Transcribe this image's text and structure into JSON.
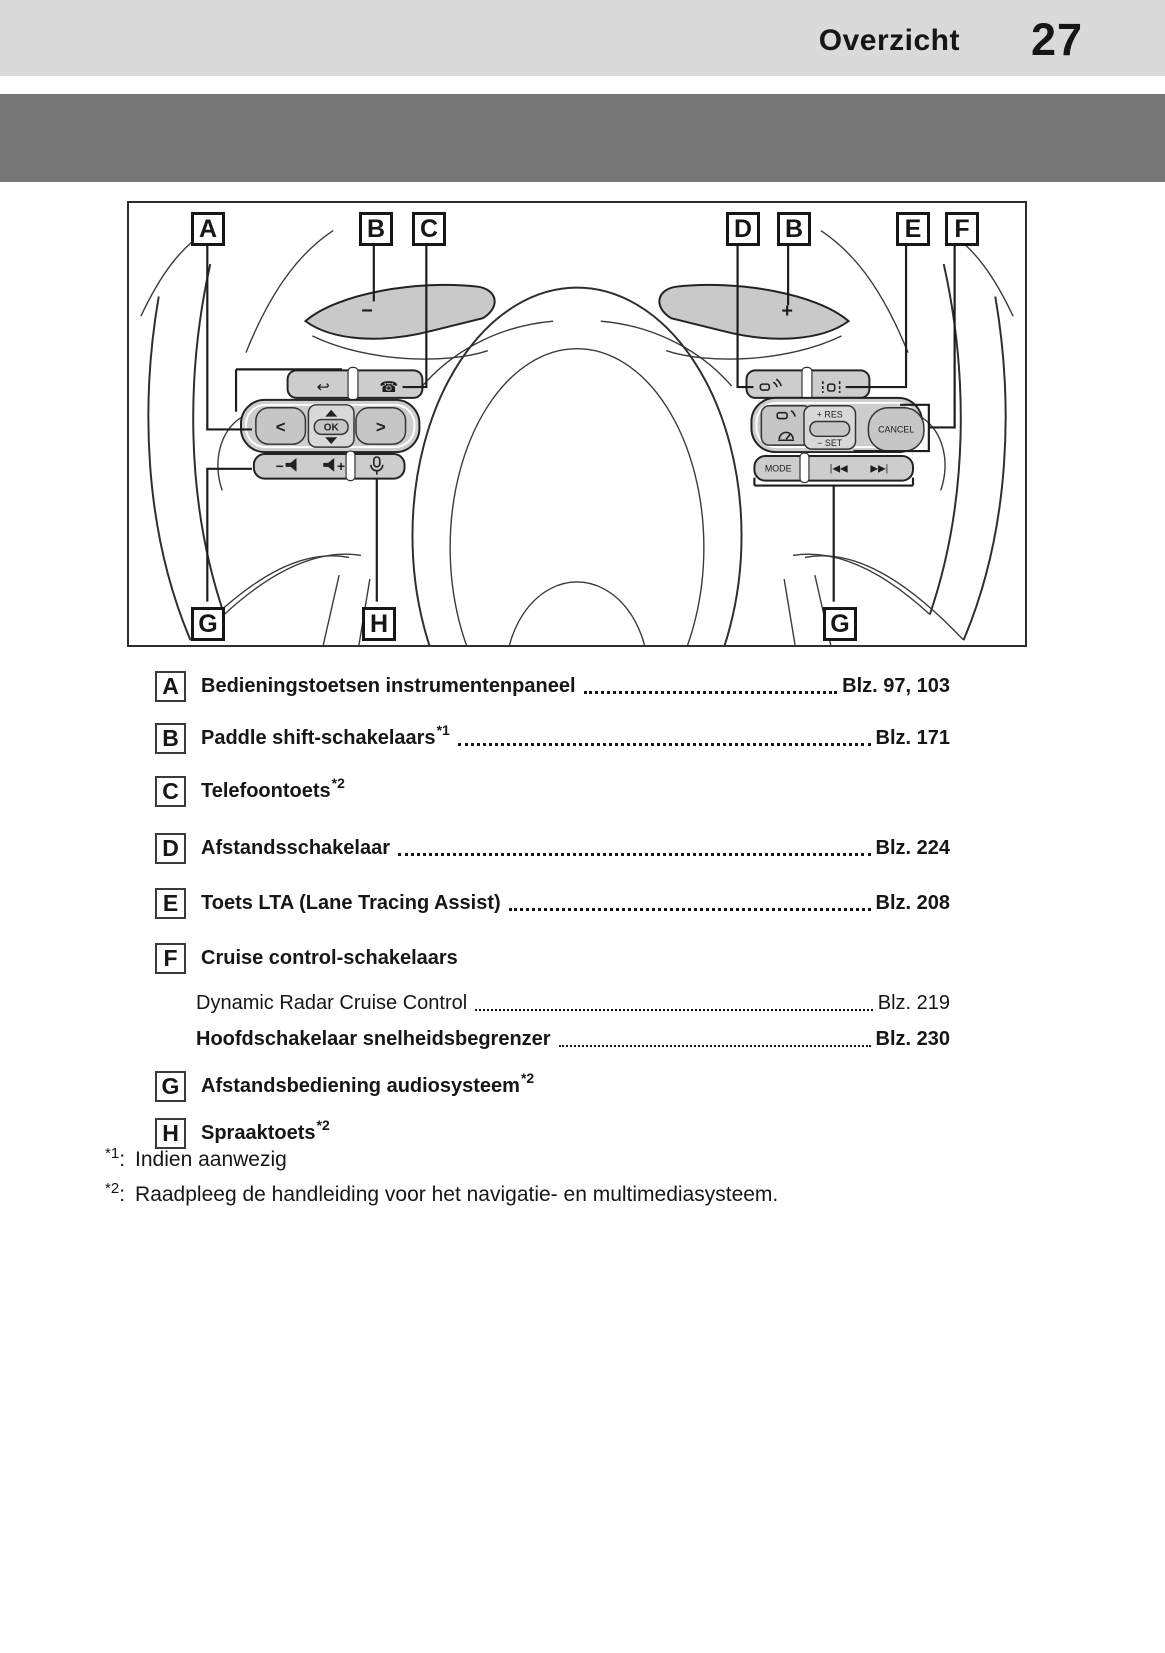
{
  "header": {
    "section_title": "Overzicht",
    "page_number": "27"
  },
  "diagram": {
    "top_callouts": [
      {
        "letter": "A"
      },
      {
        "letter": "B"
      },
      {
        "letter": "C"
      },
      {
        "letter": "D"
      },
      {
        "letter": "B"
      },
      {
        "letter": "E"
      },
      {
        "letter": "F"
      }
    ],
    "bottom_callouts": [
      {
        "letter": "G"
      },
      {
        "letter": "H"
      },
      {
        "letter": "G"
      }
    ],
    "labels": {
      "left_paddle": "−",
      "right_paddle": "+",
      "back_icon": "↩",
      "phone_icon": "☎",
      "left_arrow": "<",
      "right_arrow": ">",
      "ok": "OK",
      "vol_down": "−",
      "vol_up": "+",
      "res": "+ RES",
      "set": "− SET",
      "cancel": "CANCEL",
      "mode": "MODE",
      "prev": "|◀◀",
      "next": "▶▶|"
    },
    "icon_names": [
      "back-icon",
      "phone-icon",
      "volume-down-icon",
      "volume-up-icon",
      "voice-icon",
      "distance-switch-icon",
      "lta-icon",
      "radar-cruise-icon",
      "speed-limiter-icon",
      "previous-track-icon",
      "next-track-icon"
    ]
  },
  "legend": {
    "items": [
      {
        "letter": "A",
        "label": "Bedieningstoetsen instrumentenpaneel",
        "sup": "",
        "pages": "Blz. 97, 103"
      },
      {
        "letter": "B",
        "label": "Paddle shift-schakelaars",
        "sup": "*1",
        "pages": "Blz. 171"
      },
      {
        "letter": "C",
        "label": "Telefoontoets",
        "sup": "*2",
        "pages": ""
      },
      {
        "letter": "D",
        "label": "Afstandsschakelaar",
        "sup": "",
        "pages": "Blz. 224"
      },
      {
        "letter": "E",
        "label": "Toets LTA (Lane Tracing Assist)",
        "sup": "",
        "pages": "Blz. 208"
      },
      {
        "letter": "F",
        "label": "Cruise control-schakelaars",
        "sup": "",
        "pages": "",
        "sub_items": [
          {
            "label": "Dynamic Radar Cruise Control",
            "pages": "Blz. 219"
          },
          {
            "label": "Hoofdschakelaar snelheidsbegrenzer",
            "pages": "Blz. 230"
          }
        ]
      },
      {
        "letter": "G",
        "label": "Afstandsbediening audiosysteem",
        "sup": "*2",
        "pages": ""
      },
      {
        "letter": "H",
        "label": "Spraaktoets",
        "sup": "*2",
        "pages": ""
      }
    ]
  },
  "footnotes": [
    {
      "marker": "*1",
      "colon": ":",
      "text": "Indien aanwezig"
    },
    {
      "marker": "*2",
      "colon": ":",
      "text": "Raadpleeg de handleiding voor het navigatie- en multimediasysteem."
    }
  ]
}
